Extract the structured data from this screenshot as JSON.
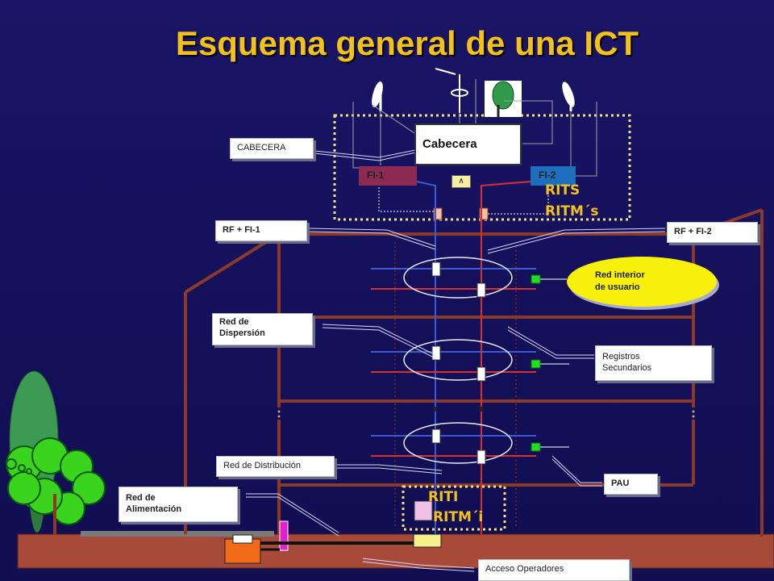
{
  "title": "Esquema general de una ICT",
  "header_box": {
    "label": "Cabecera"
  },
  "fi_labels": {
    "fi1": "FI-1",
    "fi2": "FI-2"
  },
  "amplifier_symbol": "∧",
  "tags": {
    "rits": "RITS",
    "ritm_s": "RITM´s",
    "riti": "RITI",
    "ritm_i": "RITM´i"
  },
  "callouts": {
    "cabecera": "CABECERA",
    "rf_fi1": "RF + FI-1",
    "rf_fi2": "RF + FI-2",
    "red_dispersion": [
      "Red de",
      "Dispersión"
    ],
    "registros_secundarios": [
      "Registros",
      "Secundarios"
    ],
    "red_distribucion": "Red de Distribución",
    "pau": "PAU",
    "red_alimentacion": [
      "Red de",
      "Alimentación"
    ],
    "acceso_operadores": "Acceso Operadores",
    "red_interior": [
      "Red interior",
      "de usuario"
    ]
  },
  "colors": {
    "background": "#16125a",
    "title": "#f2c21a",
    "building": "#8b3a2a",
    "ground": "#a84a3a",
    "blue_cable": "#3a5ad6",
    "red_cable": "#d83030",
    "green_node": "#22dd22",
    "tree": "#3aa04a",
    "bush": "#39d41f"
  }
}
